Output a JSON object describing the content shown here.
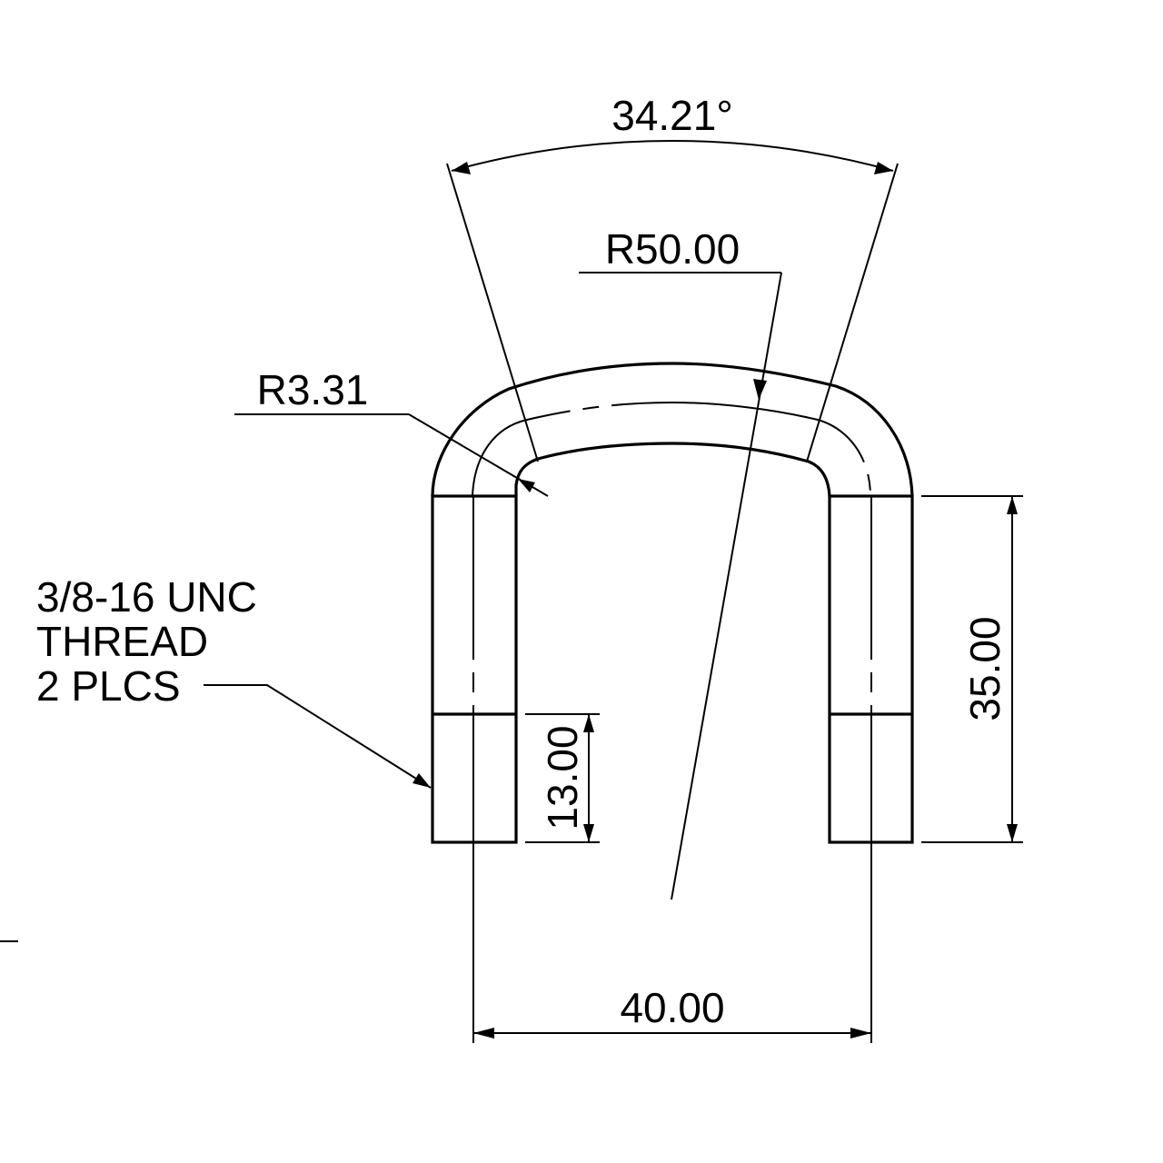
{
  "drawing": {
    "subject": "U-bolt",
    "colors": {
      "line": "#000000",
      "background": "#ffffff"
    }
  },
  "dimensions": {
    "angle": {
      "label": "34.21°",
      "value": 34.21,
      "unit": "deg"
    },
    "bend_radius": {
      "label": "R50.00",
      "value": 50.0
    },
    "inner_fillet": {
      "label": "R3.31",
      "value": 3.31
    },
    "leg_length": {
      "label": "35.00",
      "value": 35.0
    },
    "thread_length": {
      "label": "13.00",
      "value": 13.0
    },
    "center_spacing": {
      "label": "40.00",
      "value": 40.0
    }
  },
  "notes": {
    "thread_callout": {
      "line1": "3/8-16 UNC",
      "line2": "THREAD",
      "line3": "2 PLCS"
    }
  }
}
